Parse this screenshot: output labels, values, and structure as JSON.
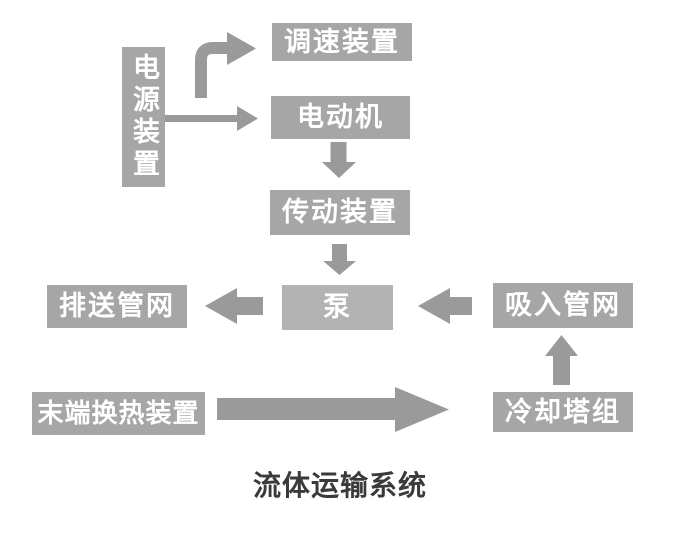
{
  "diagram": {
    "title": "流体运输系统",
    "nodes": {
      "power_supply": {
        "label": "电源装置"
      },
      "speed_control": {
        "label": "调速装置"
      },
      "motor": {
        "label": "电动机"
      },
      "transmission": {
        "label": "传动装置"
      },
      "pump": {
        "label": "泵"
      },
      "discharge_network": {
        "label": "排送管网"
      },
      "suction_network": {
        "label": "吸入管网"
      },
      "terminal_heat_exchanger": {
        "label": "末端换热装置"
      },
      "cooling_tower": {
        "label": "冷却塔组"
      }
    },
    "edges": [
      {
        "from": "power_supply",
        "to": "speed_control"
      },
      {
        "from": "power_supply",
        "to": "motor"
      },
      {
        "from": "motor",
        "to": "transmission"
      },
      {
        "from": "transmission",
        "to": "pump"
      },
      {
        "from": "pump",
        "to": "discharge_network"
      },
      {
        "from": "suction_network",
        "to": "pump"
      },
      {
        "from": "cooling_tower",
        "to": "suction_network"
      },
      {
        "from": "terminal_heat_exchanger",
        "to": "cooling_tower"
      }
    ]
  },
  "colors": {
    "box_fill": "#a6a6a6",
    "pump_fill": "#b3b3b3",
    "arrow_fill": "#9a9a9a",
    "title_color": "#3a3a3a"
  }
}
